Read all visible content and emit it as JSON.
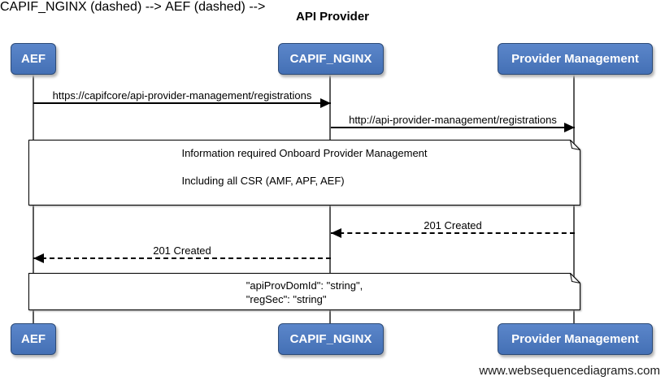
{
  "title": "API Provider",
  "actors": [
    {
      "id": "aef",
      "label": "AEF"
    },
    {
      "id": "capif_nginx",
      "label": "CAPIF_NGINX"
    },
    {
      "id": "provider_management",
      "label": "Provider Management"
    }
  ],
  "messages": [
    {
      "from": "AEF",
      "to": "CAPIF_NGINX",
      "style": "solid",
      "label": "https://capifcore/api-provider-management/registrations"
    },
    {
      "from": "CAPIF_NGINX",
      "to": "Provider Management",
      "style": "solid",
      "label": "http://api-provider-management/registrations"
    },
    {
      "from": "Provider Management",
      "to": "CAPIF_NGINX",
      "style": "dashed",
      "label": "201 Created"
    },
    {
      "from": "CAPIF_NGINX",
      "to": "AEF",
      "style": "dashed",
      "label": "201 Created"
    }
  ],
  "notes": [
    {
      "over": [
        "AEF",
        "Provider Management"
      ],
      "lines": [
        "Information required Onboard Provider Management",
        "",
        "Including all CSR (AMF, APF, AEF)"
      ]
    },
    {
      "over": [
        "AEF",
        "Provider Management"
      ],
      "lines": [
        "\"apiProvDomId\": \"string\",",
        "\"regSec\": \"string\""
      ]
    }
  ],
  "watermark": "www.websequencediagrams.com",
  "colors": {
    "actor_fill": "#4d7ac1",
    "actor_border": "#2c4a76",
    "actor_text": "#ffffff",
    "lifeline": "#5a5a5a",
    "note_fill": "#ffffff",
    "line": "#000000",
    "background": "#ffffff"
  }
}
